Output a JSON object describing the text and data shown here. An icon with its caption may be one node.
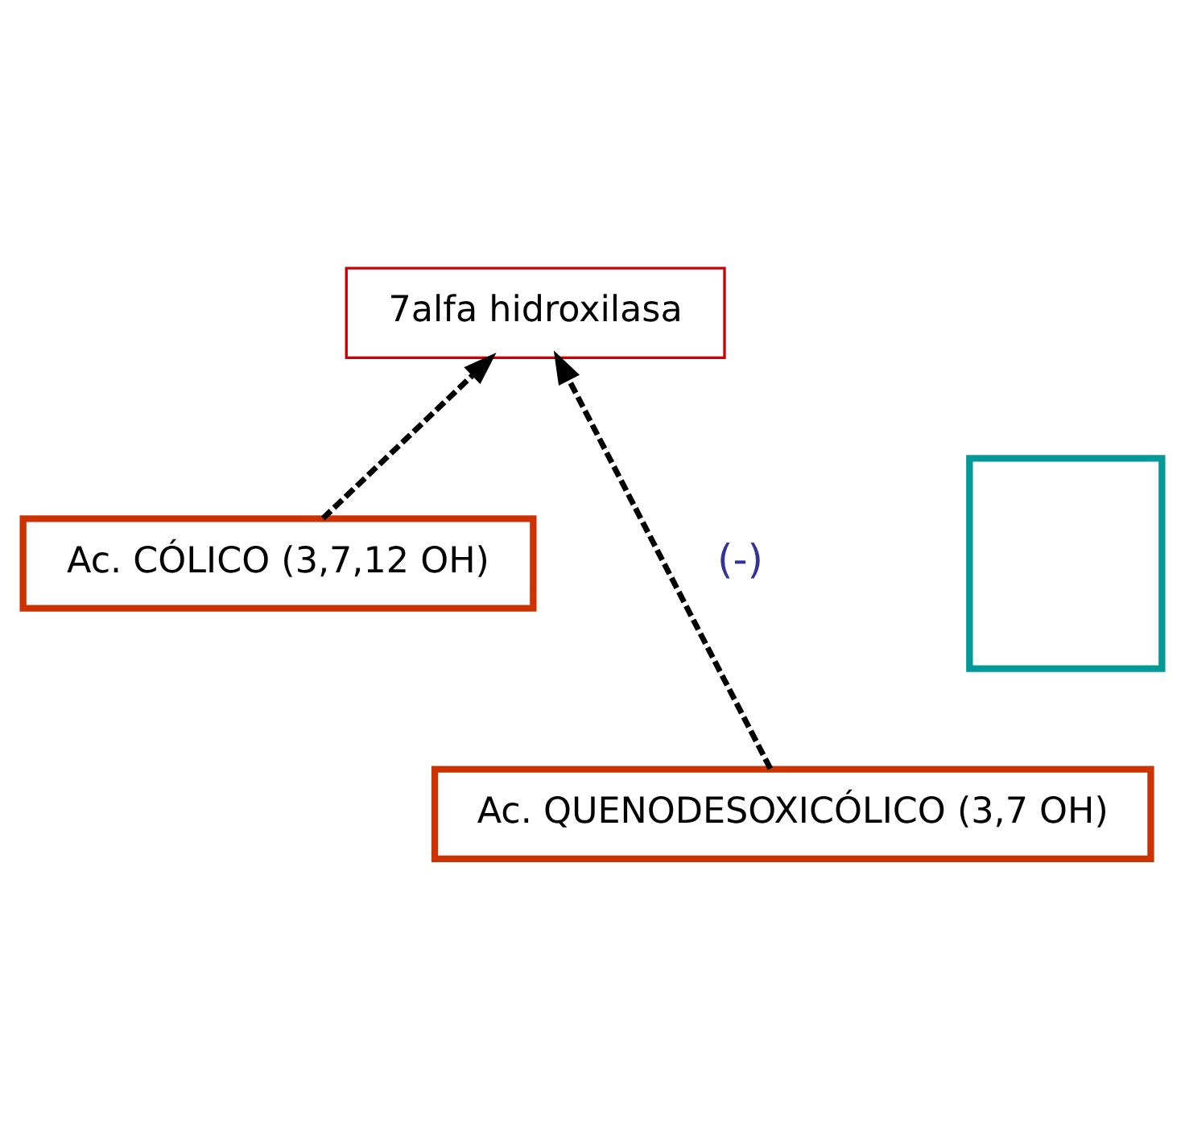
{
  "diagram": {
    "nodes": [
      {
        "text": [
          "7alfa hidroxilasa"
        ]
      },
      {
        "text": [],
        "shape": "box"
      },
      {
        "text": [
          "Ac. CÓLICO (3,7,12 OH)"
        ]
      },
      {
        "text": [
          "Ac. QUENODESOXICÓLICO (3,7 OH)"
        ]
      }
    ],
    "edges": [
      {
        "from": 2,
        "to": 0,
        "arrow": "to",
        "style": "dashed"
      },
      {
        "from": 3,
        "to": 0,
        "arrow": "to",
        "style": "dashed",
        "label": "(-)"
      }
    ]
  }
}
